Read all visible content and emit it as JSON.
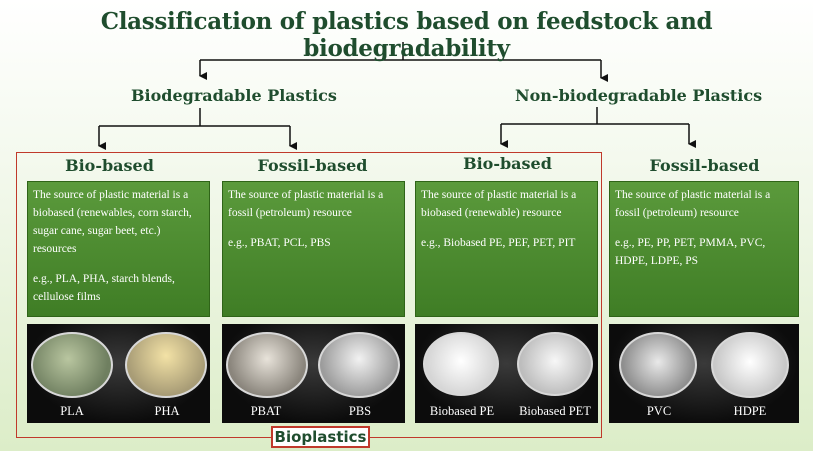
{
  "title": "Classification of plastics based on feedstock and biodegradability",
  "groups": {
    "biodegradable": "Biodegradable Plastics",
    "non_biodegradable": "Non-biodegradable Plastics"
  },
  "columns": [
    {
      "heading": "Bio-based",
      "description": "The source of plastic material is a biobased (renewables, corn starch, sugar cane, sugar beet, etc.) resources",
      "examples": "e.g., PLA, PHA, starch blends, cellulose films",
      "photos": [
        "PLA",
        "PHA"
      ]
    },
    {
      "heading": "Fossil-based",
      "description": "The source of plastic material is a fossil (petroleum) resource",
      "examples": "e.g., PBAT, PCL, PBS",
      "photos": [
        "PBAT",
        "PBS"
      ]
    },
    {
      "heading": "Bio-based",
      "description": "The source of plastic material is a biobased (renewable) resource",
      "examples": "e.g., Biobased PE, PEF, PET, PIT",
      "photos": [
        "Biobased PE",
        "Biobased PET"
      ]
    },
    {
      "heading": "Fossil-based",
      "description": "The source of plastic material is a fossil (petroleum) resource",
      "examples": "e.g., PE, PP, PET, PMMA, PVC, HDPE, LDPE, PS",
      "photos": [
        "PVC",
        "HDPE"
      ]
    }
  ],
  "bioplastics_label": "Bioplastics",
  "colors": {
    "heading_text": "#1f4d2e",
    "card_green": "#4a8a2e",
    "highlight_red": "#c0392b"
  }
}
